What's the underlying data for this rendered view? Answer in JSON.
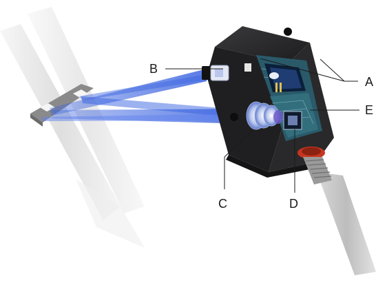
{
  "diagram": {
    "callouts": {
      "a": "A",
      "b": "B",
      "c": "C",
      "d": "D",
      "e": "E"
    },
    "colors": {
      "beam": "#3a63e0",
      "housing": "#232325",
      "pcb": "#2a5a6a",
      "lens": "#e9eef7",
      "connector_ring": "#c8361f",
      "leader_line": "#1b1b1b"
    },
    "icons": [
      "sensor-housing",
      "laser-beam",
      "receiver-lens",
      "cable-connector"
    ]
  }
}
